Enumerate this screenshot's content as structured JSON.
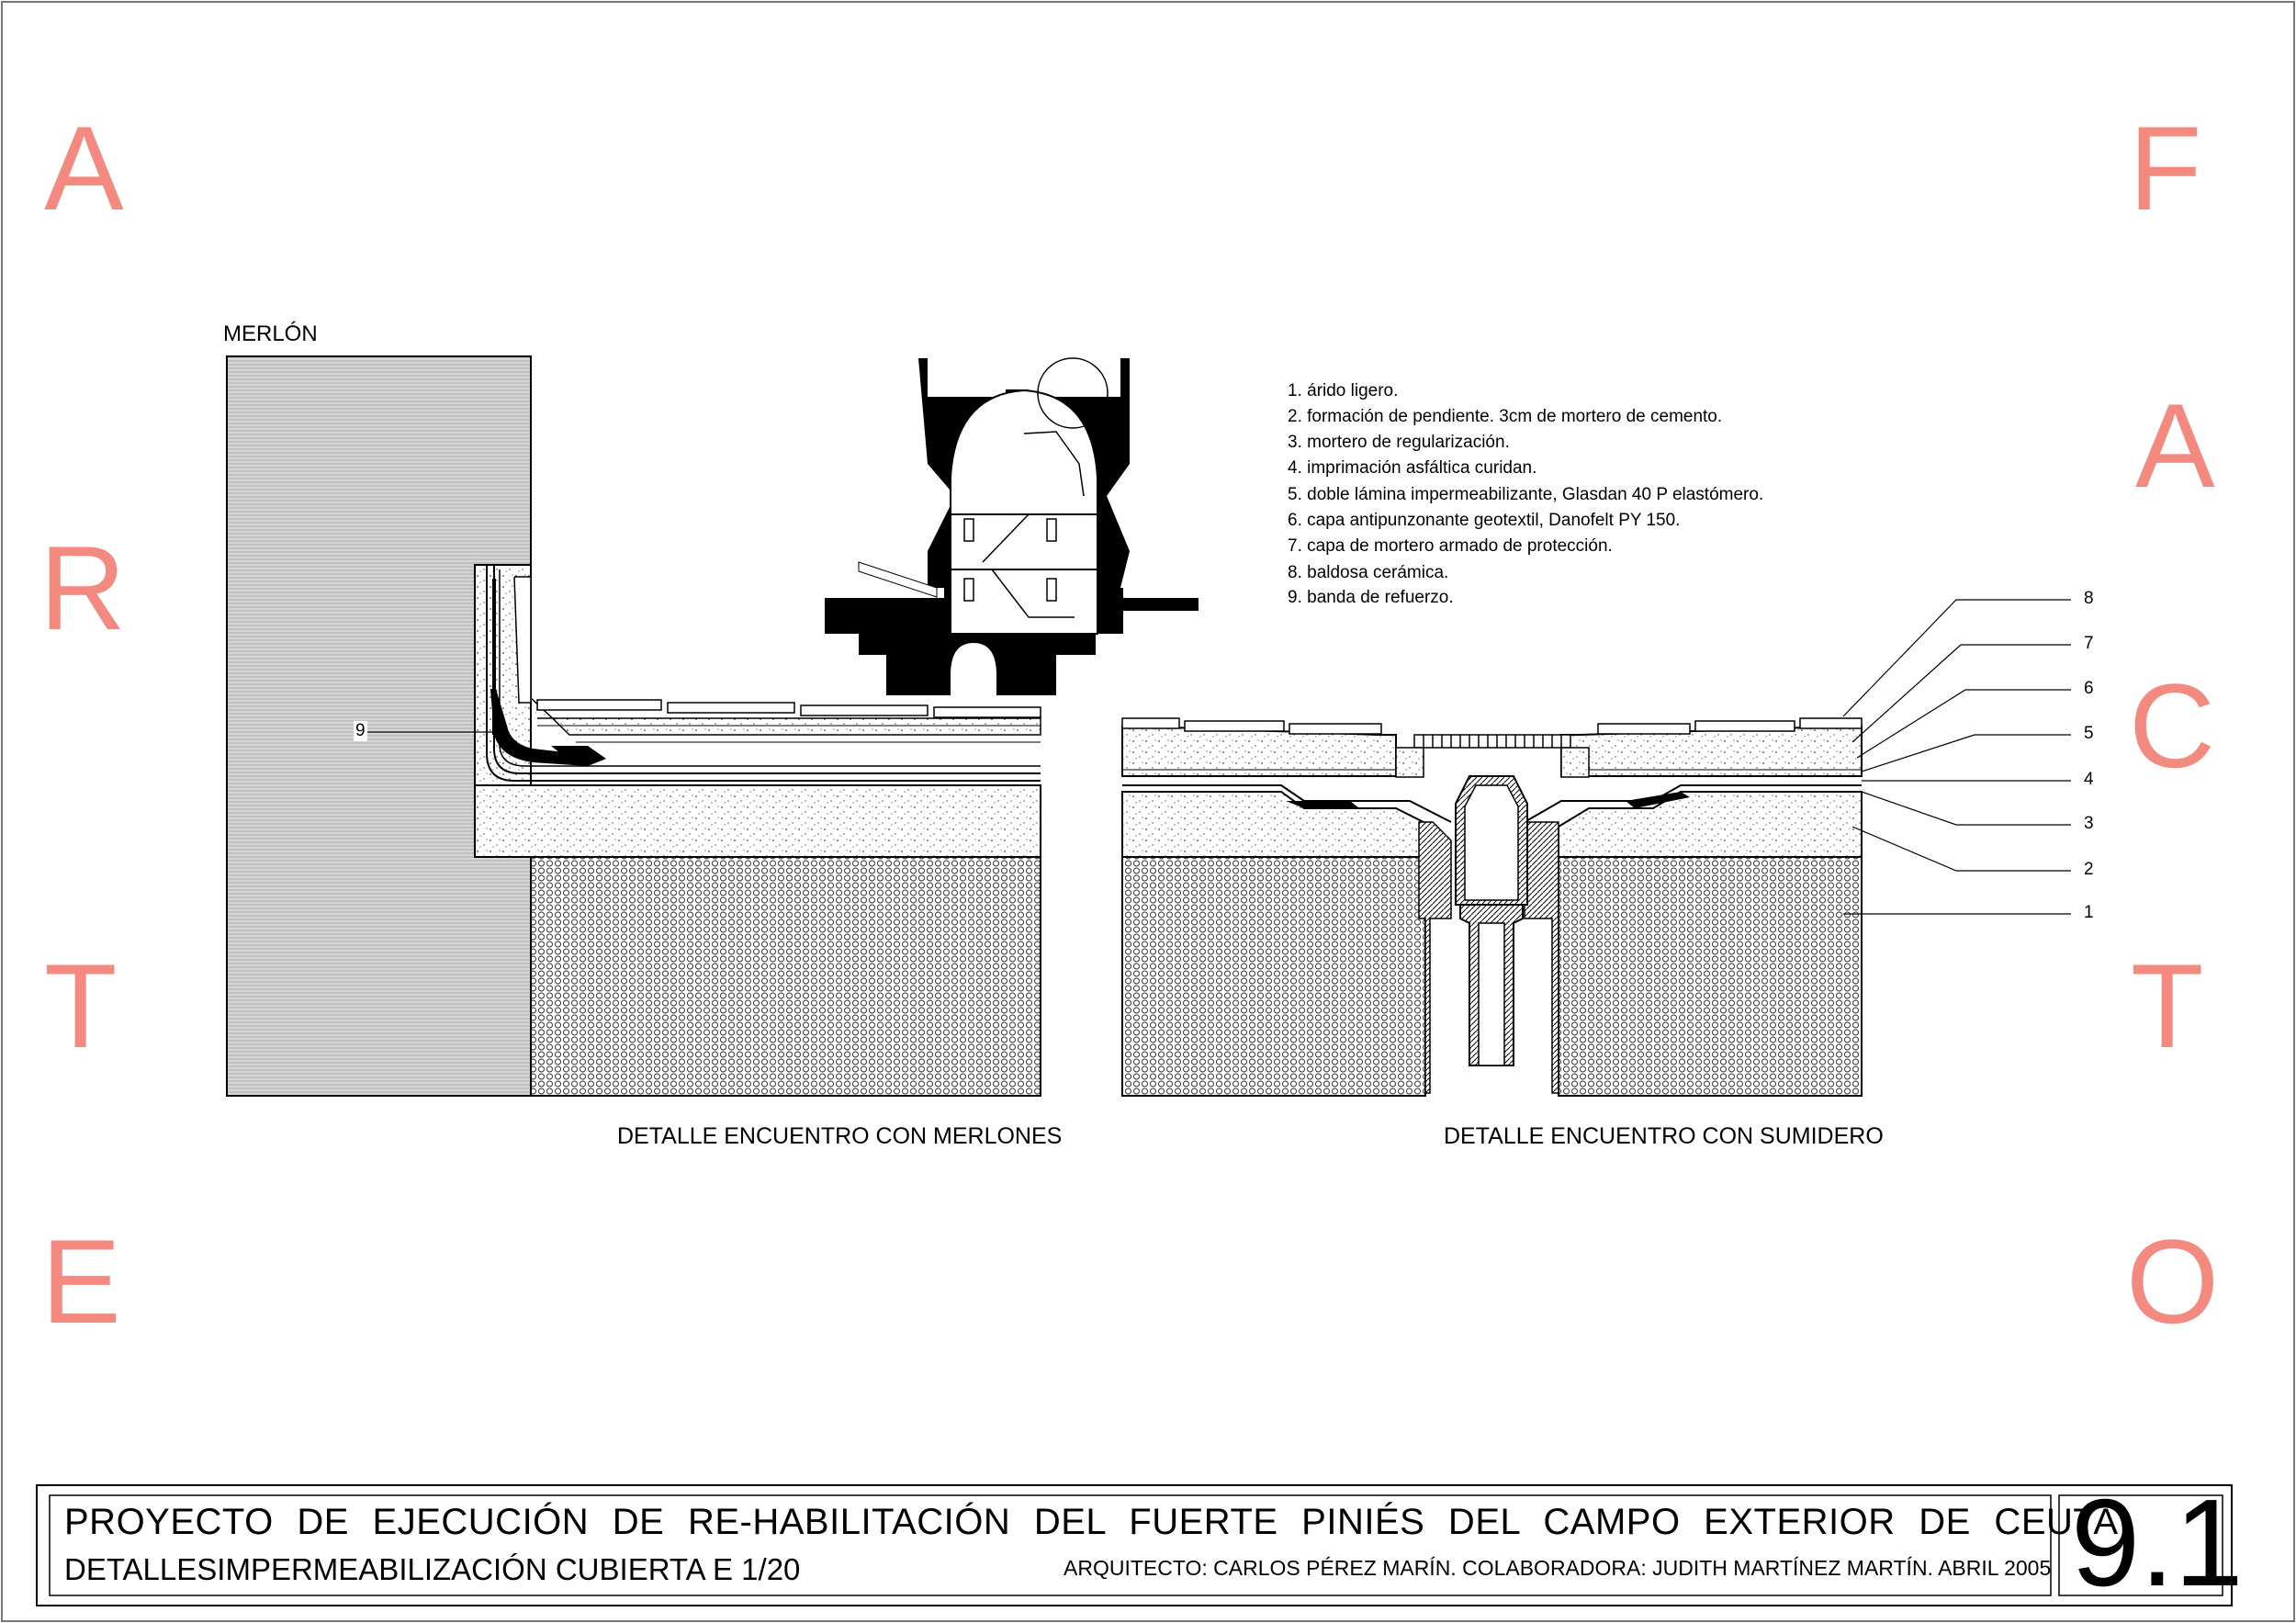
{
  "sidebar": {
    "left_letters": [
      "A",
      "R",
      "T",
      "E"
    ],
    "right_letters": [
      "F",
      "A",
      "C",
      "T",
      "O"
    ],
    "color": "#f4897f"
  },
  "labels": {
    "merlon": "MERLÓN",
    "detail_merlones": "DETALLE ENCUENTRO CON MERLONES",
    "detail_sumidero": "DETALLE ENCUENTRO CON SUMIDERO",
    "merlon_callout": "9"
  },
  "legend": [
    "1. árido ligero.",
    "2. formación de pendiente. 3cm de mortero de cemento.",
    "3. mortero de regularización.",
    "4. imprimación asfáltica curidan.",
    "5. doble lámina impermeabilizante, Glasdan 40 P elastómero.",
    "6. capa antipunzonante geotextil, Danofelt PY 150.",
    "7. capa de mortero armado  de protección.",
    "8. baldosa cerámica.",
    "9. banda de refuerzo."
  ],
  "callouts": [
    "8",
    "7",
    "6",
    "5",
    "4",
    "3",
    "2",
    "1"
  ],
  "titleblock": {
    "project": "PROYECTO DE EJECUCIÓN DE RE-HABILITACIÓN DEL FUERTE PINIÉS DEL CAMPO EXTERIOR DE CEUTA",
    "drawing": "DETALLESIMPERMEABILIZACIÓN CUBIERTA E 1/20",
    "credits": "ARQUITECTO: CARLOS PÉREZ MARÍN. COLABORADORA: JUDITH MARTÍNEZ MARTÍN. ABRIL 2005",
    "sheet_number": "9.1"
  }
}
